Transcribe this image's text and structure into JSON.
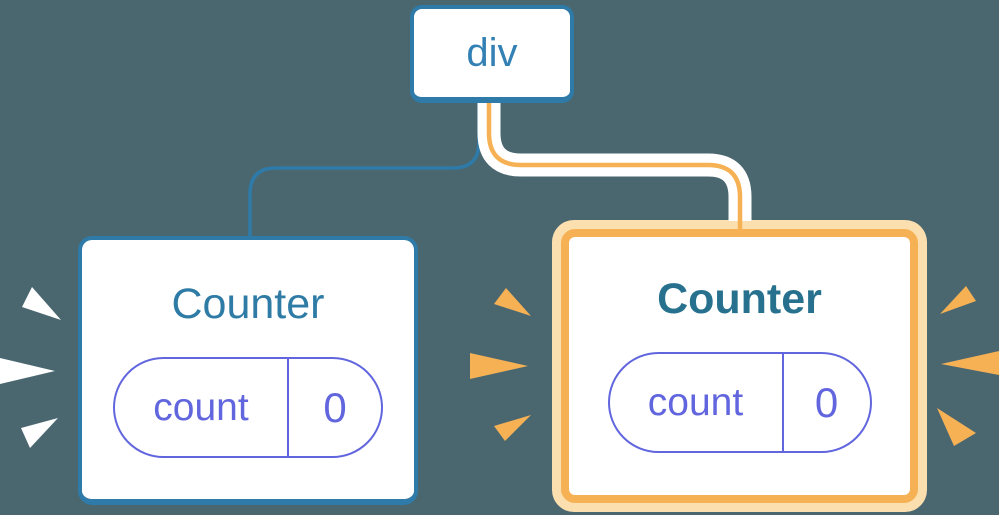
{
  "diagram": {
    "description": "React component tree: a div root with two Counter children; the right Counter is highlighted with an orange border and spark marks",
    "root_node": {
      "label": "div"
    },
    "left_counter": {
      "title": "Counter",
      "state_key": "count",
      "state_value": "0",
      "highlighted": false
    },
    "right_counter": {
      "title": "Counter",
      "state_key": "count",
      "state_value": "0",
      "highlighted": true
    },
    "colors": {
      "background": "#4a6770",
      "node_border_blue": "#2e7aa8",
      "node_text_blue": "#3380b4",
      "title_blue": "#2e7ba6",
      "title_blue_bold": "#27718f",
      "pill_purple": "#6266de",
      "highlight_orange": "#f6b155",
      "highlight_orange_light": "#fbdfaf",
      "spark_white": "#ffffff",
      "card_background": "#ffffff"
    }
  }
}
